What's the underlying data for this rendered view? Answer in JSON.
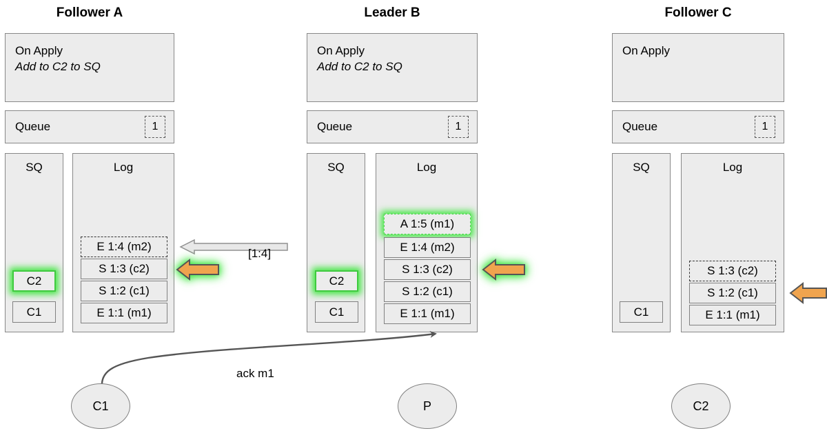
{
  "nodes": [
    {
      "id": "follower-a",
      "title": "Follower A",
      "on_apply": {
        "line1": "On Apply",
        "line2": "Add to C2 to SQ"
      },
      "queue": {
        "label": "Queue",
        "badge": "1"
      },
      "sq": {
        "title": "SQ",
        "items": [
          {
            "text": "C2",
            "style": "glow"
          },
          {
            "text": "C1",
            "style": "solid"
          }
        ]
      },
      "log": {
        "title": "Log",
        "entries": [
          {
            "text": "E 1:4 (m2)",
            "style": "dashed"
          },
          {
            "text": "S 1:3 (c2)",
            "style": "solid"
          },
          {
            "text": "S 1:2 (c1)",
            "style": "solid"
          },
          {
            "text": "E 1:1 (m1)",
            "style": "solid"
          }
        ]
      }
    },
    {
      "id": "leader-b",
      "title": "Leader B",
      "on_apply": {
        "line1": "On Apply",
        "line2": "Add to C2 to SQ"
      },
      "queue": {
        "label": "Queue",
        "badge": "1"
      },
      "sq": {
        "title": "SQ",
        "items": [
          {
            "text": "C2",
            "style": "glow"
          },
          {
            "text": "C1",
            "style": "solid"
          }
        ]
      },
      "log": {
        "title": "Log",
        "entries": [
          {
            "text": "A 1:5 (m1)",
            "style": "dashed-glow"
          },
          {
            "text": "E 1:4 (m2)",
            "style": "solid"
          },
          {
            "text": "S 1:3 (c2)",
            "style": "solid"
          },
          {
            "text": "S 1:2 (c1)",
            "style": "solid"
          },
          {
            "text": "E 1:1 (m1)",
            "style": "solid"
          }
        ]
      }
    },
    {
      "id": "follower-c",
      "title": "Follower C",
      "on_apply": {
        "line1": "On Apply",
        "line2": ""
      },
      "queue": {
        "label": "Queue",
        "badge": "1"
      },
      "sq": {
        "title": "SQ",
        "items": [
          {
            "text": "C1",
            "style": "solid"
          }
        ]
      },
      "log": {
        "title": "Log",
        "entries": [
          {
            "text": "S 1:3 (c2)",
            "style": "dashed"
          },
          {
            "text": "S 1:2 (c1)",
            "style": "solid"
          },
          {
            "text": "E 1:1 (m1)",
            "style": "solid"
          }
        ]
      }
    }
  ],
  "arrows": {
    "replication_label": "[1:4]",
    "ack_label": "ack m1"
  },
  "clients": [
    {
      "id": "c1",
      "text": "C1"
    },
    {
      "id": "p",
      "text": "P"
    },
    {
      "id": "c2",
      "text": "C2"
    }
  ],
  "colors": {
    "panel_fill": "#ececec",
    "panel_border": "#888888",
    "entry_border": "#808080",
    "orange": "#f0a44e",
    "orange_border": "#555555",
    "glow_green": "#3ce63c",
    "gray_arrow_fill": "#e8e8e8",
    "gray_arrow_border": "#888888",
    "curve": "#555555"
  }
}
